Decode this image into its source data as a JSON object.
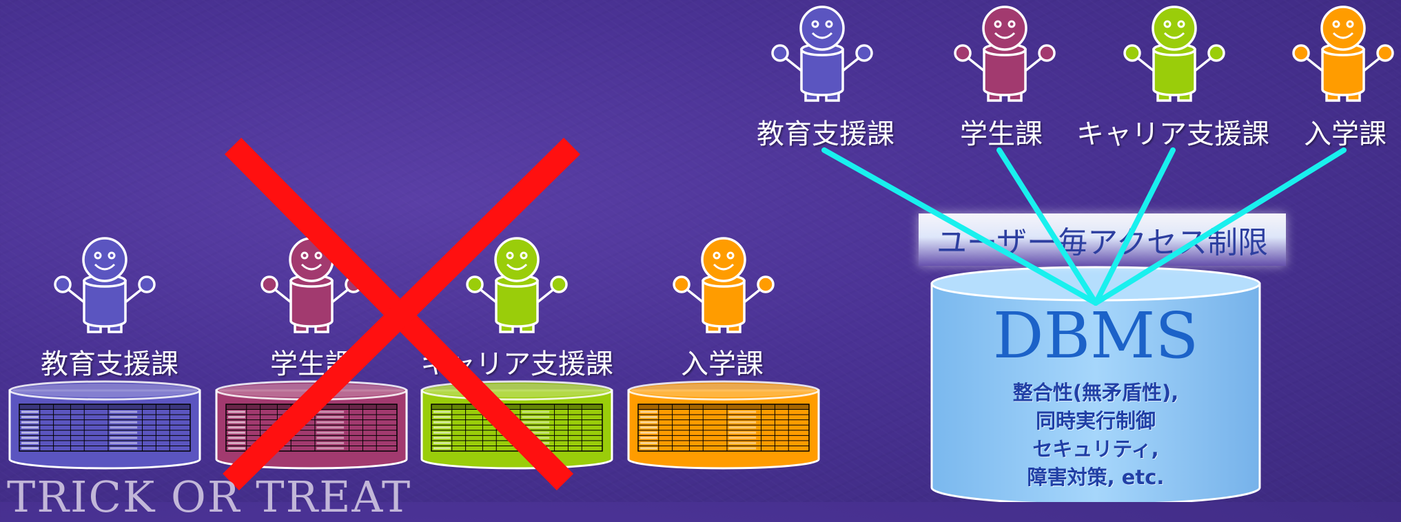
{
  "colors": {
    "department_1": "#5b55c0",
    "department_2": "#a23a6f",
    "department_3": "#9acd0a",
    "department_4": "#ff9c00",
    "cross": "#ff1010",
    "connector": "#19f0ee"
  },
  "left_group": {
    "departments": [
      "教育支援課",
      "学生課",
      "キャリア支援課",
      "入学課"
    ],
    "crossed_out": true
  },
  "right_group": {
    "departments": [
      "教育支援課",
      "学生課",
      "キャリア支援課",
      "入学課"
    ],
    "access_control_label": "ユーザー毎アクセス制限",
    "dbms": {
      "title": "DBMS",
      "features": [
        "整合性(無矛盾性),",
        "同時実行制御",
        "セキュリティ,",
        "障害対策, etc."
      ]
    }
  },
  "brand_text": "TRICK OR TREAT"
}
